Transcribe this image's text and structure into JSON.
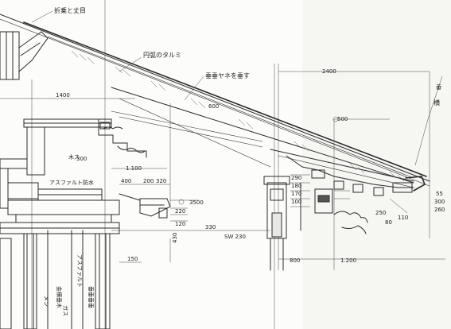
{
  "annotations": {
    "fold_top": "折乗と丈目",
    "arc_sag": "円弧のタルミ",
    "rafter_ends": "垂垂ヤネを垂す",
    "asphalt": "アスファルト防水",
    "batten": "木ス",
    "roof_pitch": "垂",
    "eave_label": "横",
    "vertical_note_1": "アスファルト",
    "vertical_note_2": "金横垂木",
    "vertical_note_3": "垂垂垂垂",
    "vertical_note_4": "ガス",
    "vertical_note_5": "メン"
  },
  "dimensions": {
    "d2400": "2400",
    "d1400": "1400",
    "d600": "600",
    "d1100": "1.100",
    "d300": "300",
    "d200": "200",
    "d320": "320",
    "d400": "400",
    "d3500": "3500",
    "d330": "330",
    "dsw230": "SW 230",
    "d220": "220",
    "d120": "120",
    "d430": "430",
    "d150": "150",
    "d800": "800",
    "d1200": "1.200",
    "d290": "290",
    "d180": "180",
    "d170": "170",
    "d100": "100",
    "d80": "80",
    "d250": "250",
    "d55": "55",
    "d300b": "300",
    "d260": "260",
    "d110": "110",
    "d500": "500"
  }
}
